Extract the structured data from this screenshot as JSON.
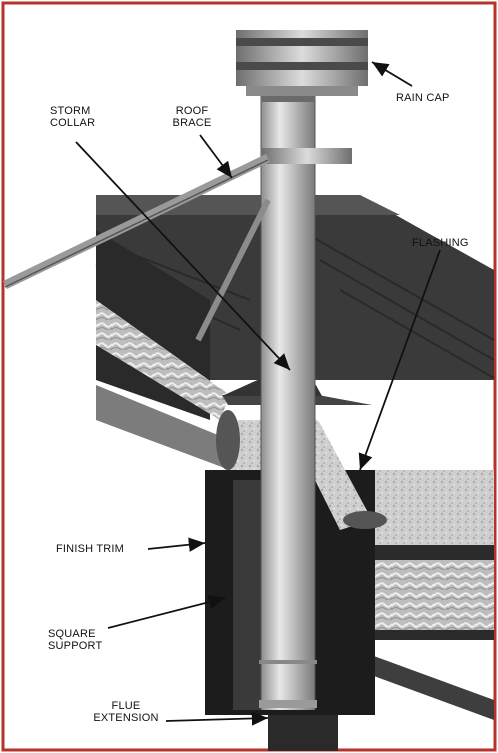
{
  "labels": {
    "rain_cap": "RAIN CAP",
    "storm_collar_1": "STORM",
    "storm_collar_2": "COLLAR",
    "roof_brace_1": "ROOF",
    "roof_brace_2": "BRACE",
    "flashing": "FLASHING",
    "finish_trim": "FINISH TRIM",
    "square_support_1": "SQUARE",
    "square_support_2": "SUPPORT",
    "flue_extension_1": "FLUE",
    "flue_extension_2": "EXTENSION"
  },
  "colors": {
    "frame_border": "#b5332a",
    "roof_dark": "#2f2f2f",
    "roof_mid": "#4a4a4a",
    "insulation": "#c9c9c9",
    "pipe_light": "#d9d9d9",
    "pipe_dark": "#8a8a8a",
    "support_box": "#1c1c1c"
  }
}
